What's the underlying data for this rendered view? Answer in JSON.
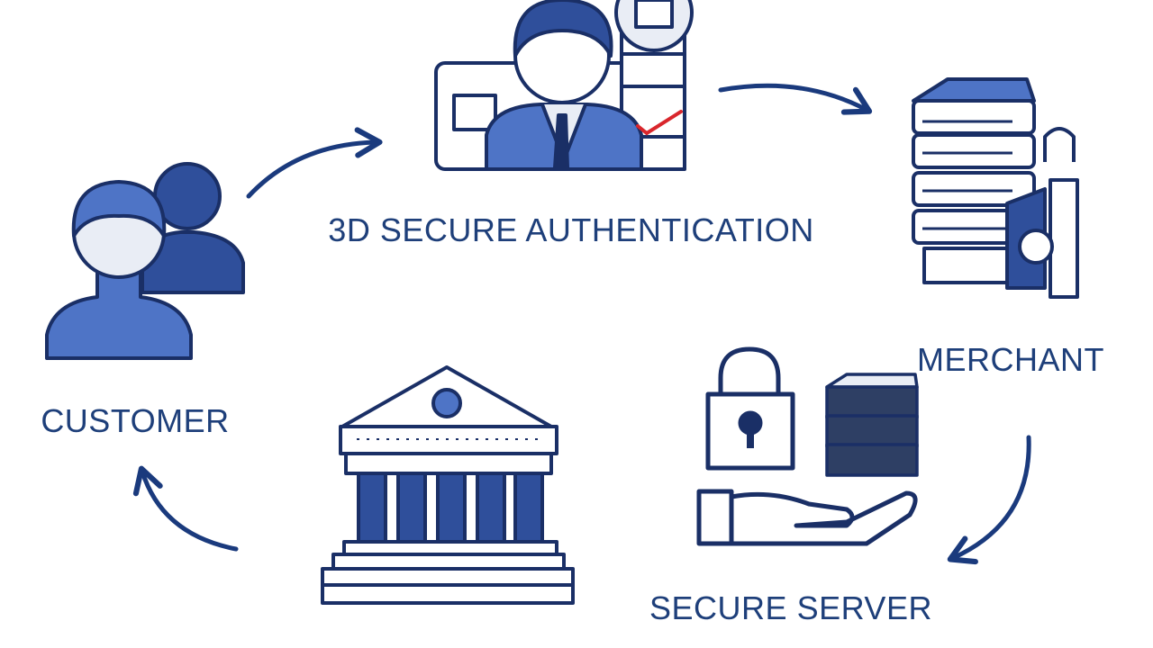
{
  "nodes": {
    "customer": {
      "label": "CUSTOMER"
    },
    "auth": {
      "label": "3D SECURE AUTHENTICATION"
    },
    "merchant": {
      "label": "MERCHANT"
    },
    "secure_server": {
      "label": "SECURE SERVER"
    },
    "bank": {
      "label": ""
    }
  },
  "colors": {
    "outline": "#1a2f66",
    "fill_mid": "#4e74c6",
    "fill_dark": "#2f4f9b",
    "fill_light": "#e9edf5",
    "check_red": "#d9262c",
    "label": "#1e3f7a"
  }
}
